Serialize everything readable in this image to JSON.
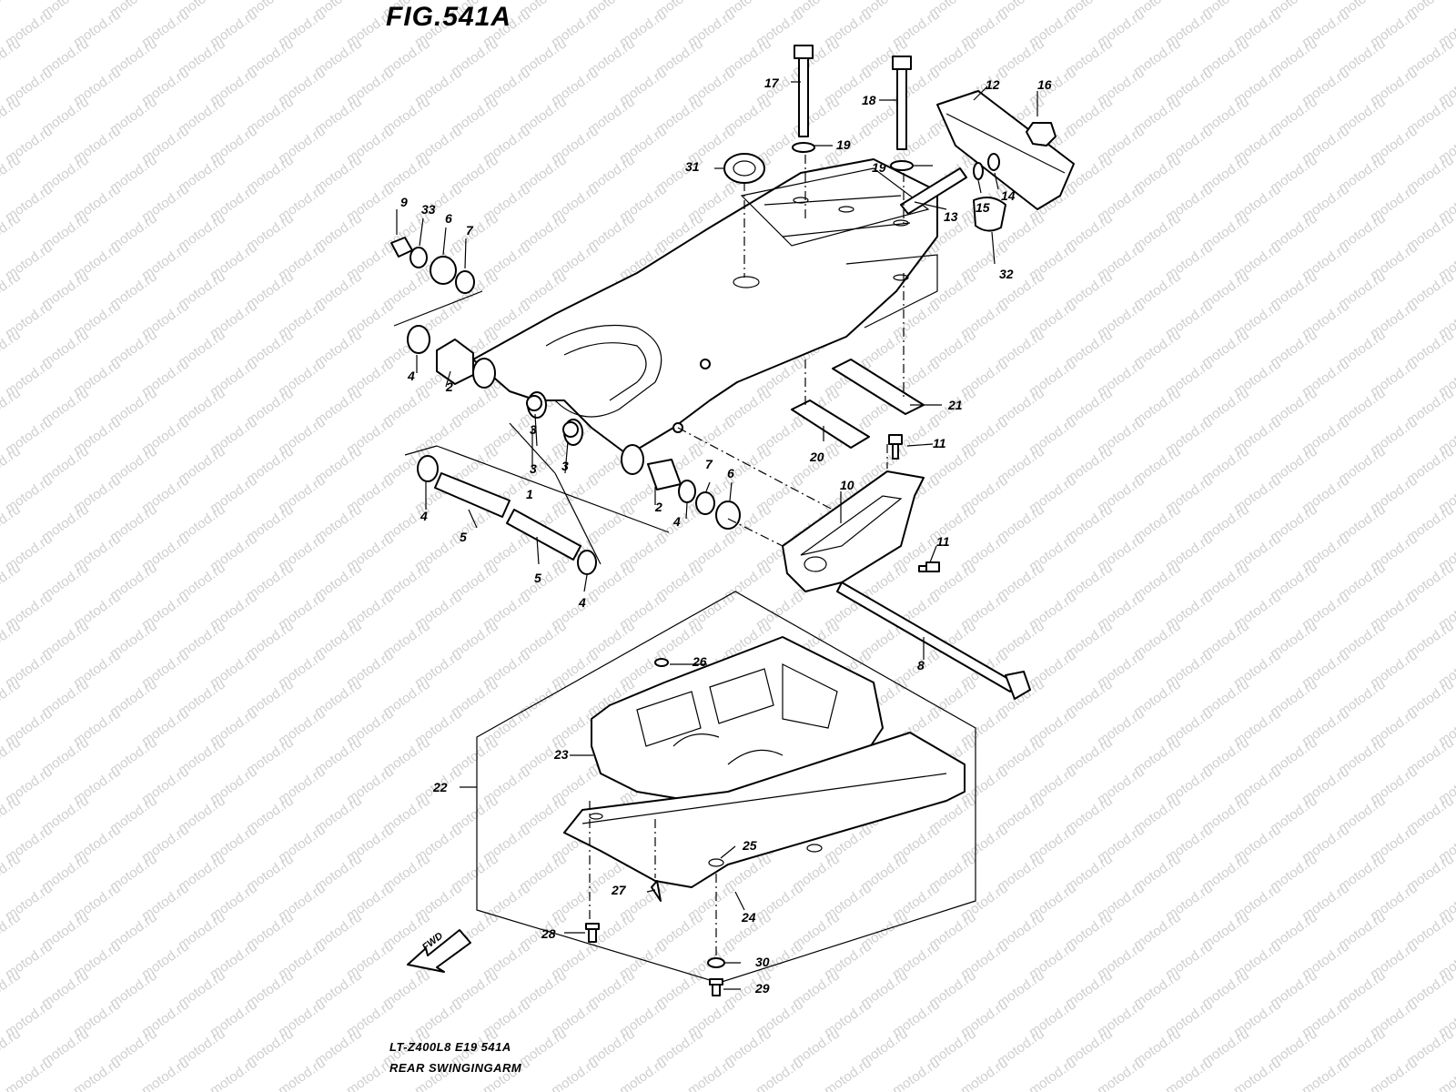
{
  "figure": {
    "title": "FIG.541A",
    "model_code": "LT-Z400L8  E19  541A",
    "caption": "REAR SWINGINGARM",
    "watermark": "motod.ru",
    "fwd_label": "FWD"
  },
  "callouts": [
    "1",
    "2",
    "2",
    "3",
    "3",
    "3",
    "4",
    "4",
    "4",
    "4",
    "5",
    "5",
    "6",
    "6",
    "7",
    "7",
    "8",
    "9",
    "10",
    "11",
    "11",
    "12",
    "13",
    "14",
    "15",
    "16",
    "17",
    "18",
    "19",
    "19",
    "20",
    "21",
    "22",
    "23",
    "24",
    "25",
    "26",
    "27",
    "28",
    "29",
    "30",
    "31",
    "32",
    "33"
  ]
}
